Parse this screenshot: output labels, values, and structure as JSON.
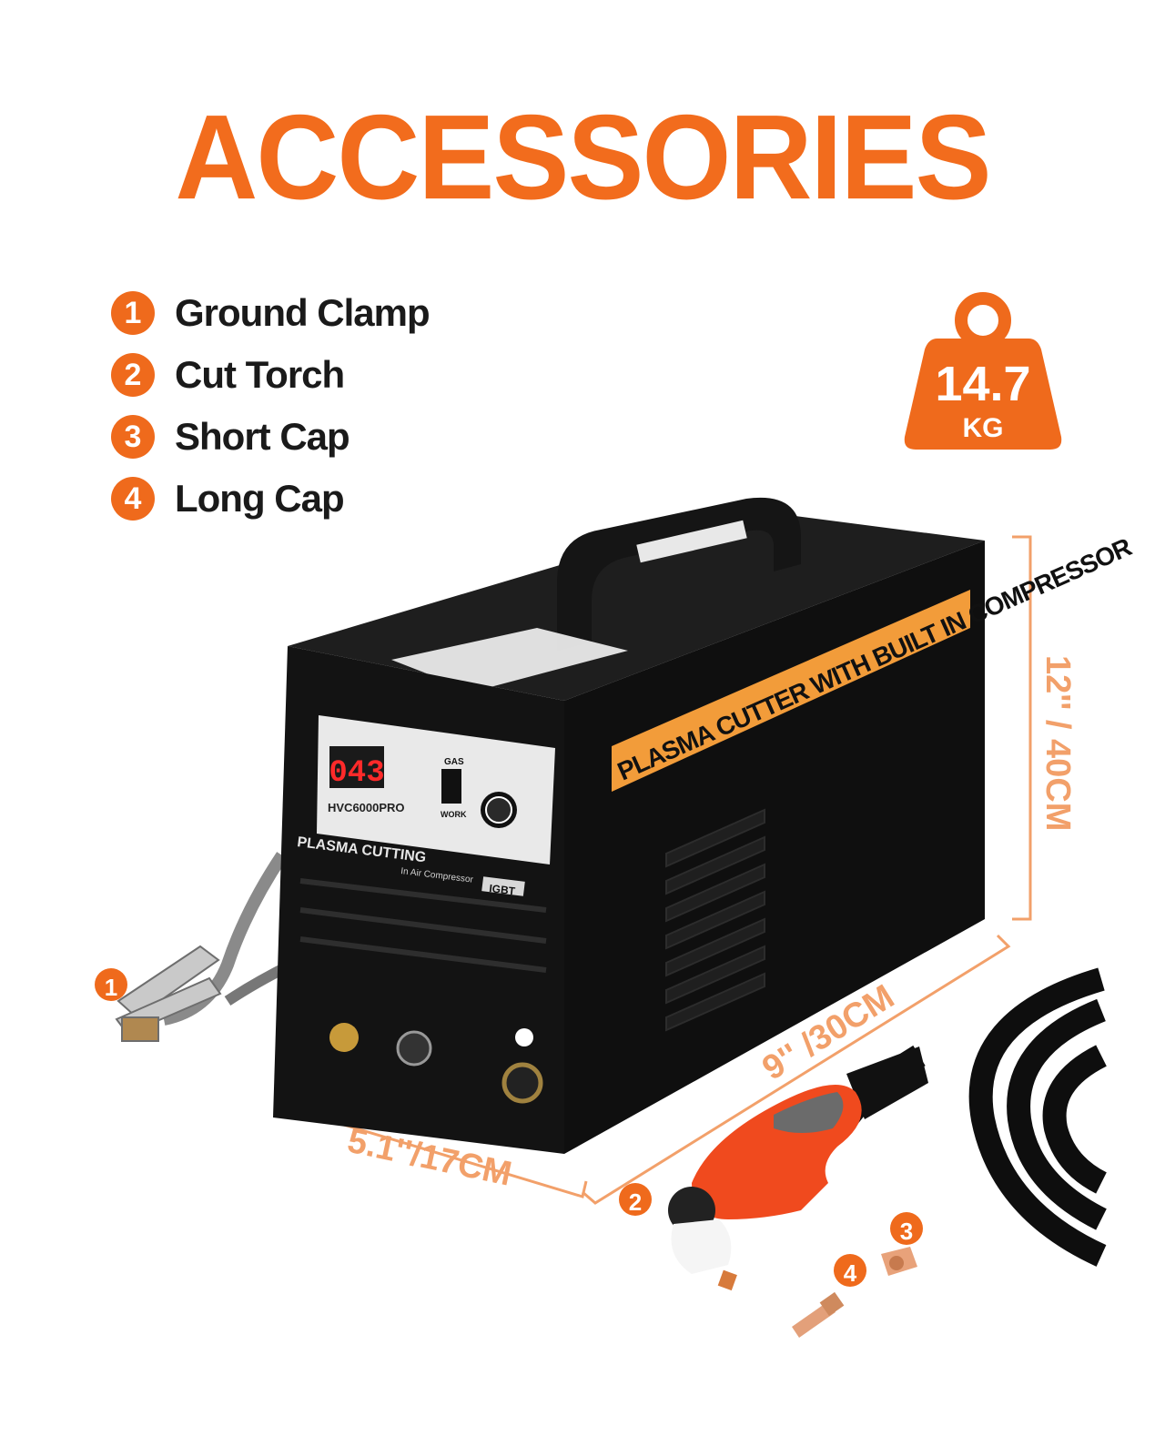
{
  "title": "ACCESSORIES",
  "accessories": [
    {
      "num": "1",
      "label": "Ground Clamp"
    },
    {
      "num": "2",
      "label": "Cut Torch"
    },
    {
      "num": "3",
      "label": "Short Cap"
    },
    {
      "num": "4",
      "label": "Long Cap"
    }
  ],
  "weight": {
    "value": "14.7",
    "unit": "KG"
  },
  "dimensions": {
    "height": "12'' / 40CM",
    "depth": "9'' /30CM",
    "width": "5.1''/17CM"
  },
  "machine": {
    "side_label": "PLASMA CUTTER WITH BUILT IN COMPRESSOR",
    "display": "043",
    "model": "HVC6000PRO",
    "front_title": "PLASMA CUTTING",
    "front_sub": "In Air Compressor",
    "igbt": "IGBT",
    "gas_label": "GAS",
    "work_label": "WORK"
  },
  "colors": {
    "accent": "#f26c1d",
    "body": "#141414",
    "text": "#1a1a1a"
  }
}
